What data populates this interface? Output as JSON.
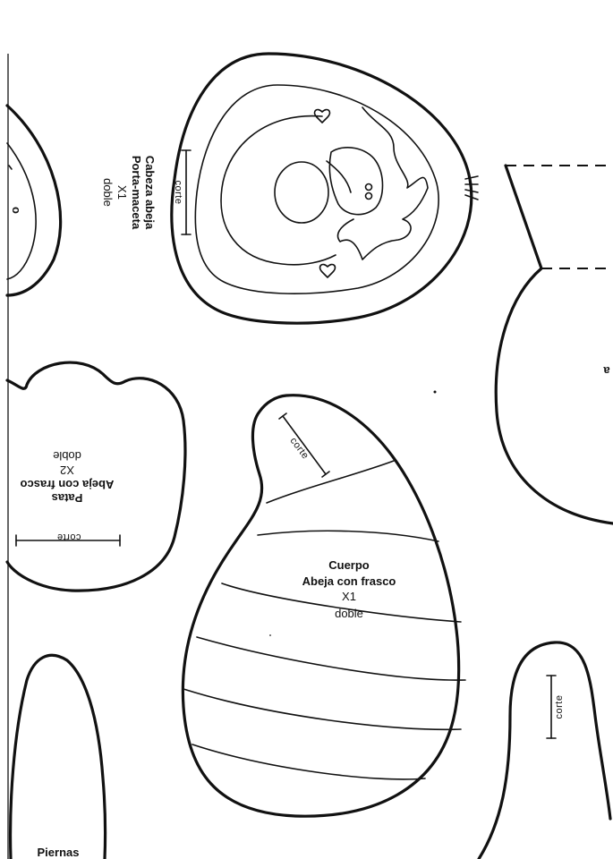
{
  "pieces": {
    "head": {
      "name": "Cabeza abeja",
      "sub": "Porta-maceta",
      "qty": "X1",
      "fold": "doble",
      "cut": "corte"
    },
    "body": {
      "name": "Cuerpo",
      "sub": "Abeja con frasco",
      "qty": "X1",
      "fold": "doble",
      "cut": "corte"
    },
    "feet": {
      "name": "Patas",
      "sub": "Abeja con frasco",
      "qty": "X2",
      "fold": "doble",
      "cut": "corte"
    },
    "legs": {
      "name": "Piernas",
      "cut": "corte"
    },
    "left_partial": {
      "text": "o"
    },
    "right_partial": {
      "text": "a"
    }
  }
}
